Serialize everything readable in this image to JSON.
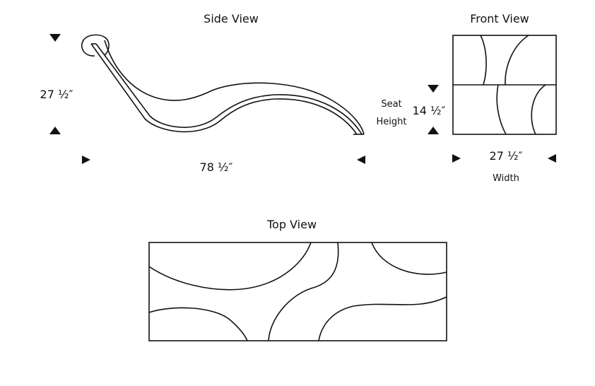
{
  "side_view": {
    "title": "Side View",
    "height_label": "27 ½″",
    "length_label": "78 ½″"
  },
  "front_view": {
    "title": "Front View",
    "seat_label_1": "Seat",
    "seat_label_2": "Height",
    "seat_height_label": "14 ½″",
    "width_value_label": "27 ½″",
    "width_label": "Width"
  },
  "top_view": {
    "title": "Top View"
  }
}
